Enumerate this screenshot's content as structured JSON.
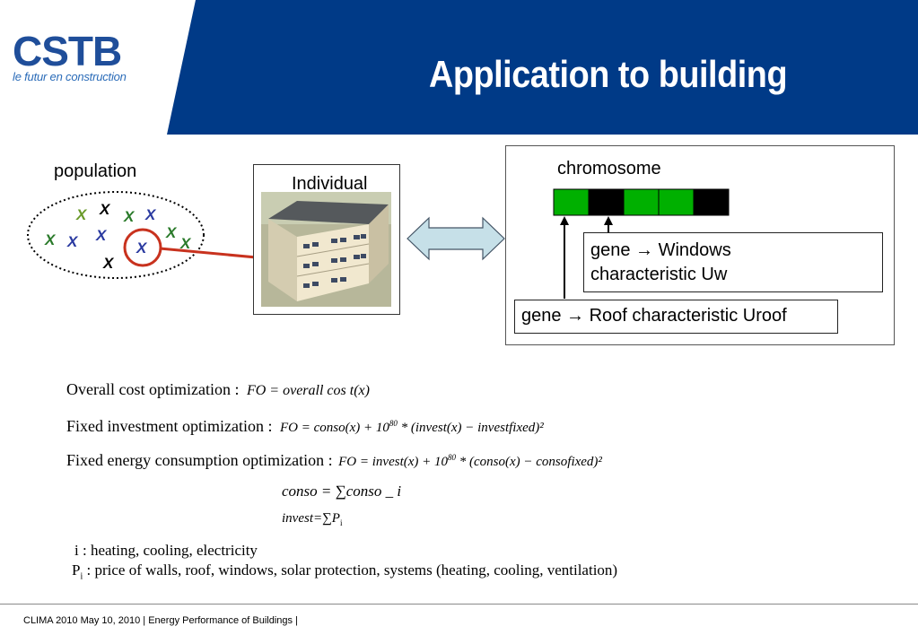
{
  "header": {
    "logo_main": "CSTB",
    "logo_tagline": "le futur en construction",
    "title": "Application to building",
    "band_color": "#003a87",
    "logo_color": "#1f4e9a"
  },
  "diagram": {
    "population_label": "population",
    "individual_label": "Individual",
    "chromosome_label": "chromosome",
    "gene_window_line1": "gene → Windows",
    "gene_window_line2": "characteristic Uw",
    "gene_roof": "gene → Roof characteristic Uroof",
    "chromosome_genes": [
      "green",
      "black",
      "green",
      "green",
      "black"
    ],
    "gene_colors": {
      "green": "#00b000",
      "black": "#000000"
    },
    "highlight_color": "#c8321e"
  },
  "formulas": {
    "overall_label": "Overall cost optimization :",
    "overall_lhs": "FO",
    "overall_rhs": "overall cos t(x)",
    "fixed_invest_label": "Fixed investment optimization :",
    "fixed_invest_formula": "FO = conso(x) + 10",
    "fixed_invest_exp": "80",
    "fixed_invest_tail": "* (invest(x) − investfixed)²",
    "fixed_energy_label": "Fixed energy consumption optimization :",
    "fixed_energy_formula": "FO = invest(x) + 10",
    "fixed_energy_exp": "80",
    "fixed_energy_tail": "* (conso(x) − consofixed)²",
    "conso_def": "conso = ∑conso _ i",
    "invest_def": "invest=∑P",
    "invest_sub": "i"
  },
  "notes": {
    "i_line": "i : heating, cooling, electricity",
    "p_prefix": "P",
    "p_sub": "i",
    "p_line": " : price of walls, roof, windows, solar protection, systems (heating, cooling, ventilation)"
  },
  "footer": {
    "text": "CLIMA 2010  May 10, 2010   |   Energy Performance of Buildings |"
  }
}
